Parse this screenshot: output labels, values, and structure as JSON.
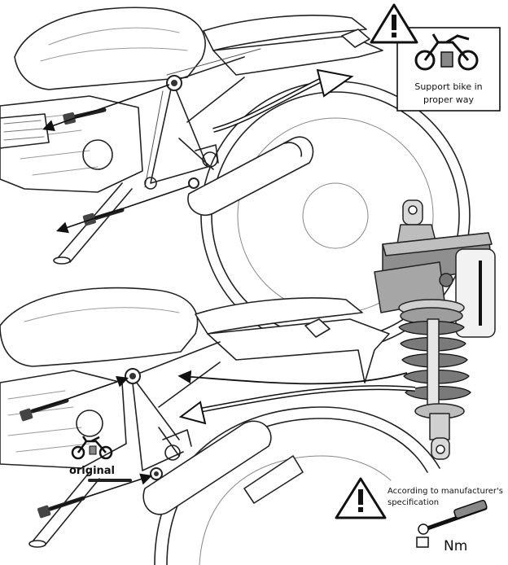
{
  "warning_top": {
    "icon": "warning-triangle-icon",
    "line1": "Support bike in",
    "line2": "proper way"
  },
  "original_label": "original",
  "torque_note": {
    "icon": "warning-triangle-icon",
    "line1": "According to manufacturer's",
    "line2": "specification",
    "unit": "Nm"
  }
}
